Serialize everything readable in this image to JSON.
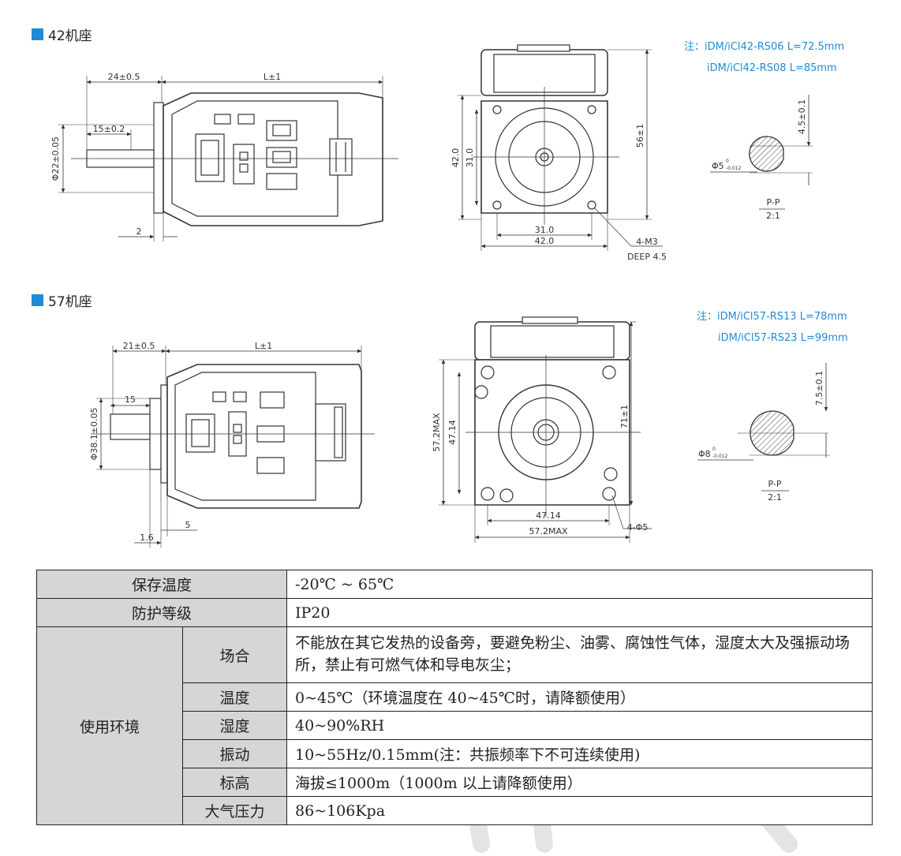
{
  "sections": [
    {
      "title": "42机座"
    },
    {
      "title": "57机座"
    }
  ],
  "colors": {
    "accent": "#1f8ad8",
    "line": "#333333",
    "table_label_bg": "#d6d6d6"
  },
  "drawing42": {
    "side": {
      "dim_shaft": "24±0.5",
      "dim_body": "L±1",
      "dim_shaft_len": "15±0.2",
      "dim_dia": "Φ22±0.05",
      "dim_step": "2"
    },
    "front": {
      "dim_h_outer": "42.0",
      "dim_h_inner": "31.0",
      "dim_w_inner": "31.0",
      "dim_w_outer": "42.0",
      "dim_total_h": "56±1",
      "hole_note_1": "4-M3",
      "hole_note_2": "DEEP 4.5"
    },
    "notes": [
      "注：iDM/iCl42-RS06 L=72.5mm",
      "iDM/iCl42-RS08 L=85mm"
    ],
    "shaft_section": {
      "dim_flat": "4.5±0.1",
      "dia": "Φ5",
      "tol_top": "0",
      "tol_bottom": "-0.012",
      "section_label": "P-P",
      "scale": "2:1"
    }
  },
  "drawing57": {
    "side": {
      "dim_shaft": "21±0.5",
      "dim_body": "L±1",
      "dim_shaft_len": "15",
      "dim_dia": "Φ38.1±0.05",
      "dim_step_a": "5",
      "dim_step_b": "1.6"
    },
    "front": {
      "dim_h_outer": "57.2MAX",
      "dim_h_inner": "47.14",
      "dim_w_inner": "47.14",
      "dim_w_outer": "57.2MAX",
      "dim_total_h": "71±1",
      "hole_note": "4-Φ5"
    },
    "notes": [
      "注：iDM/iCl57-RS13 L=78mm",
      "iDM/iCl57-RS23 L=99mm"
    ],
    "shaft_section": {
      "dim_flat": "7.5±0.1",
      "dia": "Φ8",
      "tol_top": "0",
      "tol_bottom": "-0.012",
      "section_label": "P-P",
      "scale": "2:1"
    }
  },
  "spec_table": {
    "storage_temp": {
      "label": "保存温度",
      "value": "-20℃ ~ 65℃"
    },
    "protection": {
      "label": "防护等级",
      "value": "IP20"
    },
    "env": {
      "label": "使用环境",
      "rows": [
        {
          "label": "场合",
          "value": "不能放在其它发热的设备旁，要避免粉尘、油雾、腐蚀性气体，湿度太大及强振动场所，禁止有可燃气体和导电灰尘；"
        },
        {
          "label": "温度",
          "value": "0~45℃（环境温度在 40~45℃时，请降额使用）"
        },
        {
          "label": "湿度",
          "value": "40~90%RH"
        },
        {
          "label": "振动",
          "value": "10~55Hz/0.15mm(注：共振频率下不可连续使用)"
        },
        {
          "label": "标高",
          "value": "海拔≤1000m（1000m 以上请降额使用）"
        },
        {
          "label": "大气压力",
          "value": "86~106Kpa"
        }
      ]
    }
  }
}
